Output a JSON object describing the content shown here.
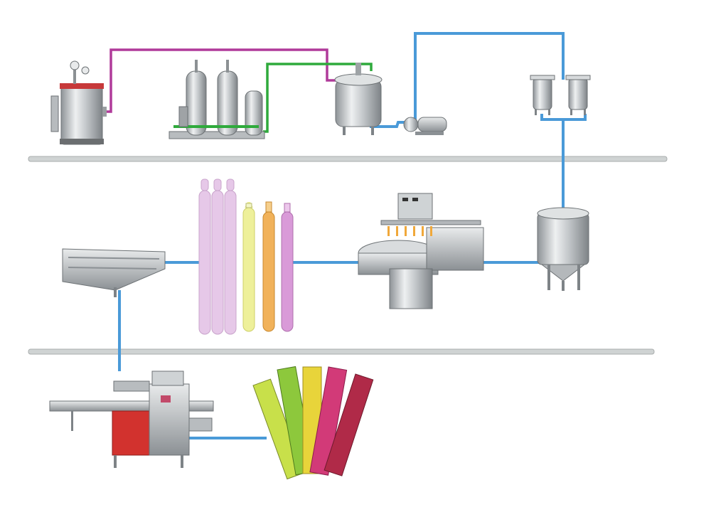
{
  "diagram": {
    "kind": "ice-pop production line flow diagram",
    "text_labels": [],
    "colors": {
      "steam_pipe": "#b03a9a",
      "water_pipe": "#2faa3c",
      "product_pipe": "#4a9ad8",
      "divider": "#c8cccc",
      "steel": "#c9cdd0"
    },
    "rows": [
      {
        "stages": [
          "steam-boiler",
          "water-treatment-filters",
          "mixing-tank",
          "transfer-pump",
          "twin-filters"
        ]
      },
      {
        "stages": [
          "cooling-tank",
          "filling-sealing-machine",
          "colored-ice-pops",
          "filled-tube-strips",
          "cooling-trough"
        ]
      },
      {
        "stages": [
          "flow-wrap-packing-machine",
          "packaged-ice-pops"
        ]
      }
    ],
    "pop_colors": [
      "#e6c8e8",
      "#eef09a",
      "#f1b25a",
      "#d99ad8"
    ],
    "package_colors": [
      "#c8e04a",
      "#8dc83c",
      "#e8d43a",
      "#d23a78",
      "#b02a48"
    ]
  }
}
